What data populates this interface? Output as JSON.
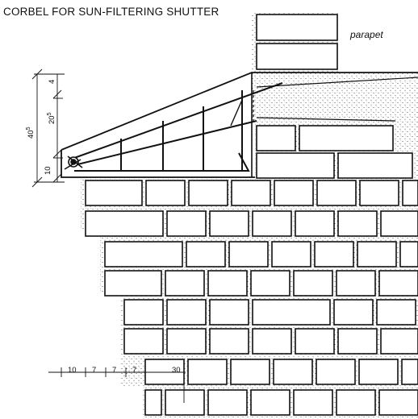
{
  "title": "CORBEL FOR SUN-FILTERING SHUTTER",
  "labels": {
    "parapet": "parapet"
  },
  "dimensions": {
    "vertical": {
      "total": "40",
      "total_sup": "5",
      "upper": "20",
      "upper_sup": "5",
      "top": "4",
      "bottom": "10"
    },
    "horizontal": [
      "10",
      "7",
      "7",
      "7",
      "30"
    ]
  },
  "colors": {
    "ink": "#111111",
    "background": "#ffffff"
  }
}
